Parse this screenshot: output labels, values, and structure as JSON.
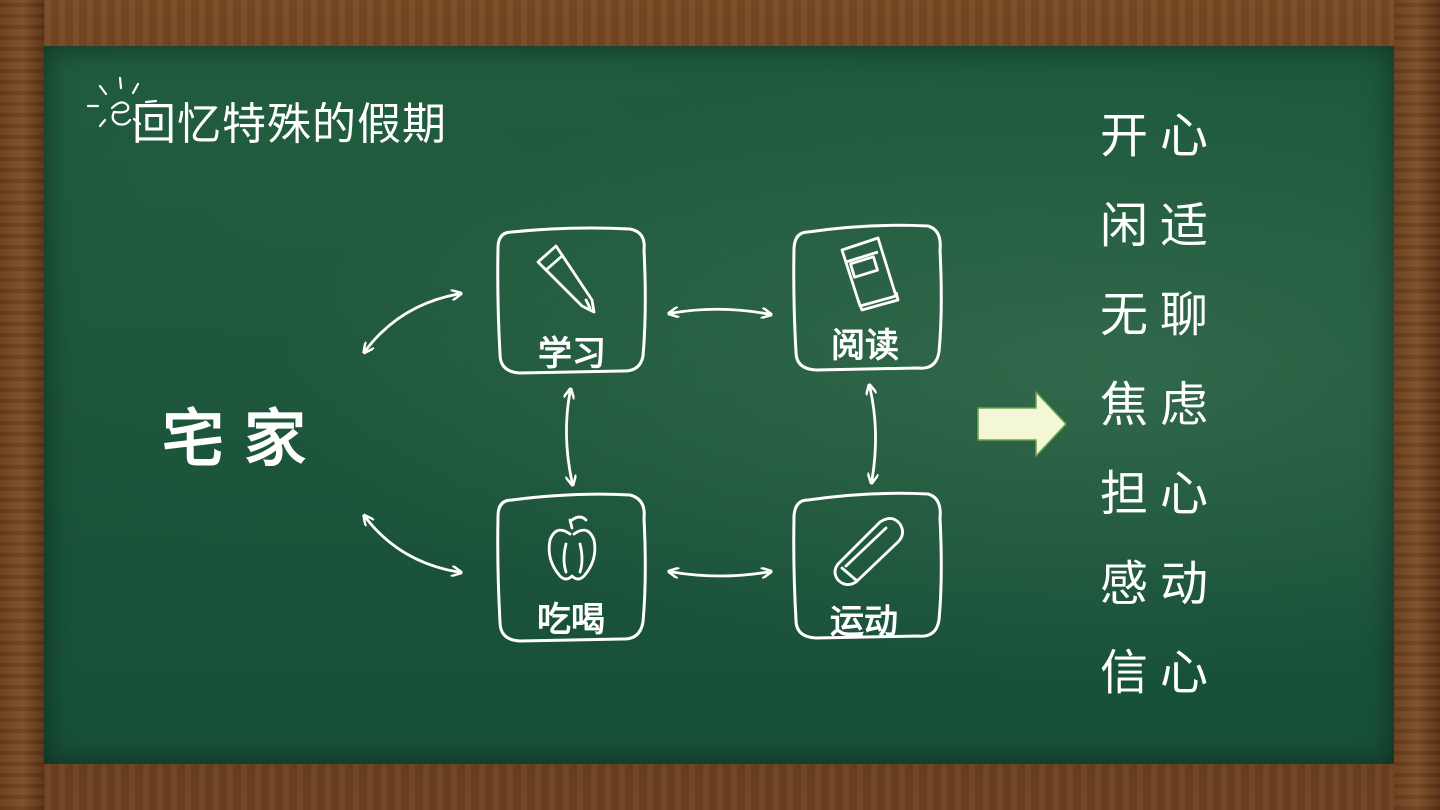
{
  "title": "回忆特殊的假期",
  "center": {
    "label": "宅家"
  },
  "nodes": {
    "study": {
      "label": "学习",
      "icon": "pencil-icon"
    },
    "reading": {
      "label": "阅读",
      "icon": "book-icon"
    },
    "eating": {
      "label": "吃喝",
      "icon": "apple-icon"
    },
    "exercise": {
      "label": "运动",
      "icon": "eraser-icon"
    }
  },
  "arrow": {
    "icon": "right-arrow-icon",
    "color": "#f2f7d6"
  },
  "feelings": [
    "开心",
    "闲适",
    "无聊",
    "焦虑",
    "担心",
    "感动",
    "信心"
  ],
  "colors": {
    "board": "#1b5539",
    "frame": "#6a3d1c",
    "chalk": "#ffffff"
  }
}
